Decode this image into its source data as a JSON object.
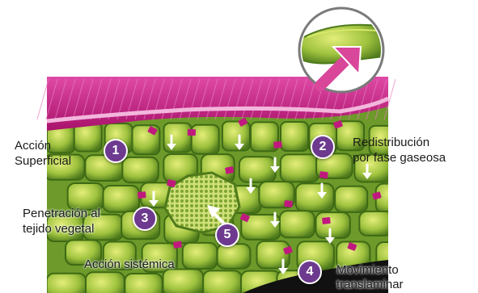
{
  "labels": {
    "accion_superficial": [
      "Acción",
      "Superficial"
    ],
    "redistribucion": [
      "Redistribución",
      "por fase gaseosa"
    ],
    "penetracion": [
      "Penetración al",
      "tejido vegetal"
    ],
    "accion_sistemica": "Acción sistémica",
    "movimiento": [
      "Movimiento",
      "translaminar"
    ]
  },
  "markers": [
    "1",
    "2",
    "3",
    "4",
    "5"
  ],
  "colors": {
    "epidermis": "#c2187a",
    "cuticle": "#f3b6dc",
    "cells": "#8fb43a",
    "badge": "#6d3a8f",
    "particles": "#c0197e",
    "arrows": "#ffffff"
  }
}
